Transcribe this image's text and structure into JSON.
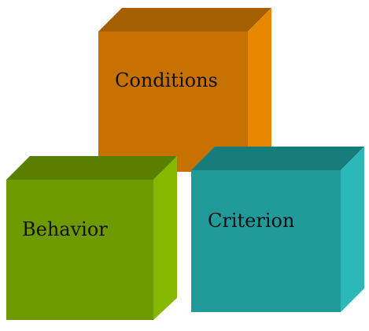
{
  "diagram": {
    "cubes": [
      {
        "id": "conditions",
        "label": "Conditions",
        "colors": {
          "front": "#C77200",
          "top": "#A35F00",
          "side": "#E98800"
        }
      },
      {
        "id": "behavior",
        "label": "Behavior",
        "colors": {
          "front": "#6E9A00",
          "top": "#5A7F00",
          "side": "#86B800"
        }
      },
      {
        "id": "criterion",
        "label": "Criterion",
        "colors": {
          "front": "#219A9A",
          "top": "#157B7B",
          "side": "#2BB8B8"
        }
      }
    ]
  }
}
